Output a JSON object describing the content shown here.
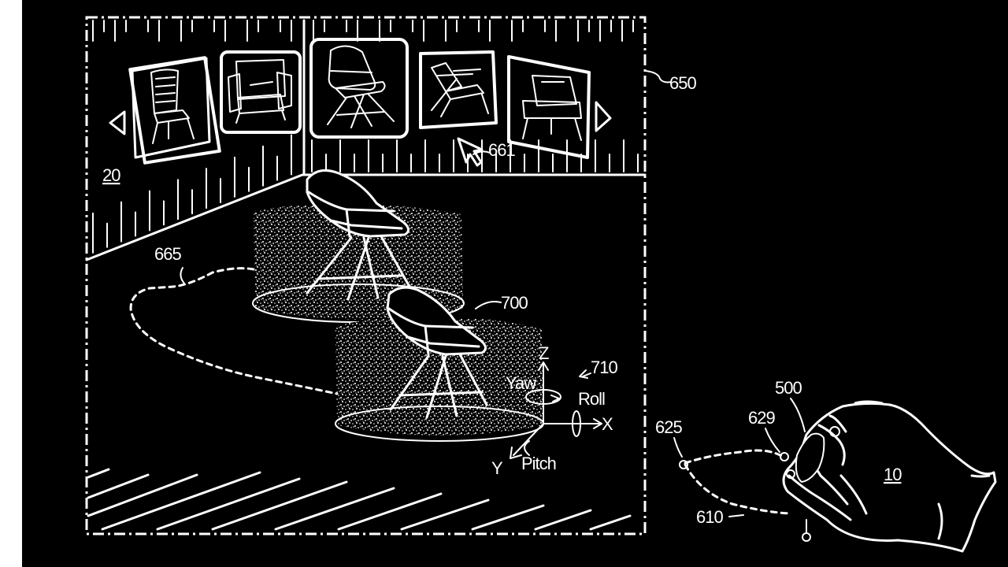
{
  "labels": {
    "ref_650": "650",
    "ref_661": "661",
    "ref_20": "20",
    "ref_665": "665",
    "ref_700": "700",
    "ref_710": "710",
    "ref_625": "625",
    "ref_629": "629",
    "ref_500": "500",
    "ref_10": "10",
    "ref_610": "610"
  },
  "axes": {
    "z": "Z",
    "x": "X",
    "y": "Y",
    "yaw": "Yaw",
    "roll": "Roll",
    "pitch": "Pitch"
  },
  "carousel": {
    "items": [
      "wooden-side-chair",
      "upholstered-armchair",
      "molded-eiffel-chair",
      "folding-lounge-chair",
      "shell-lounge-chair"
    ],
    "selected_index": 2
  },
  "colors": {
    "background": "#000000",
    "line": "#ffffff"
  }
}
